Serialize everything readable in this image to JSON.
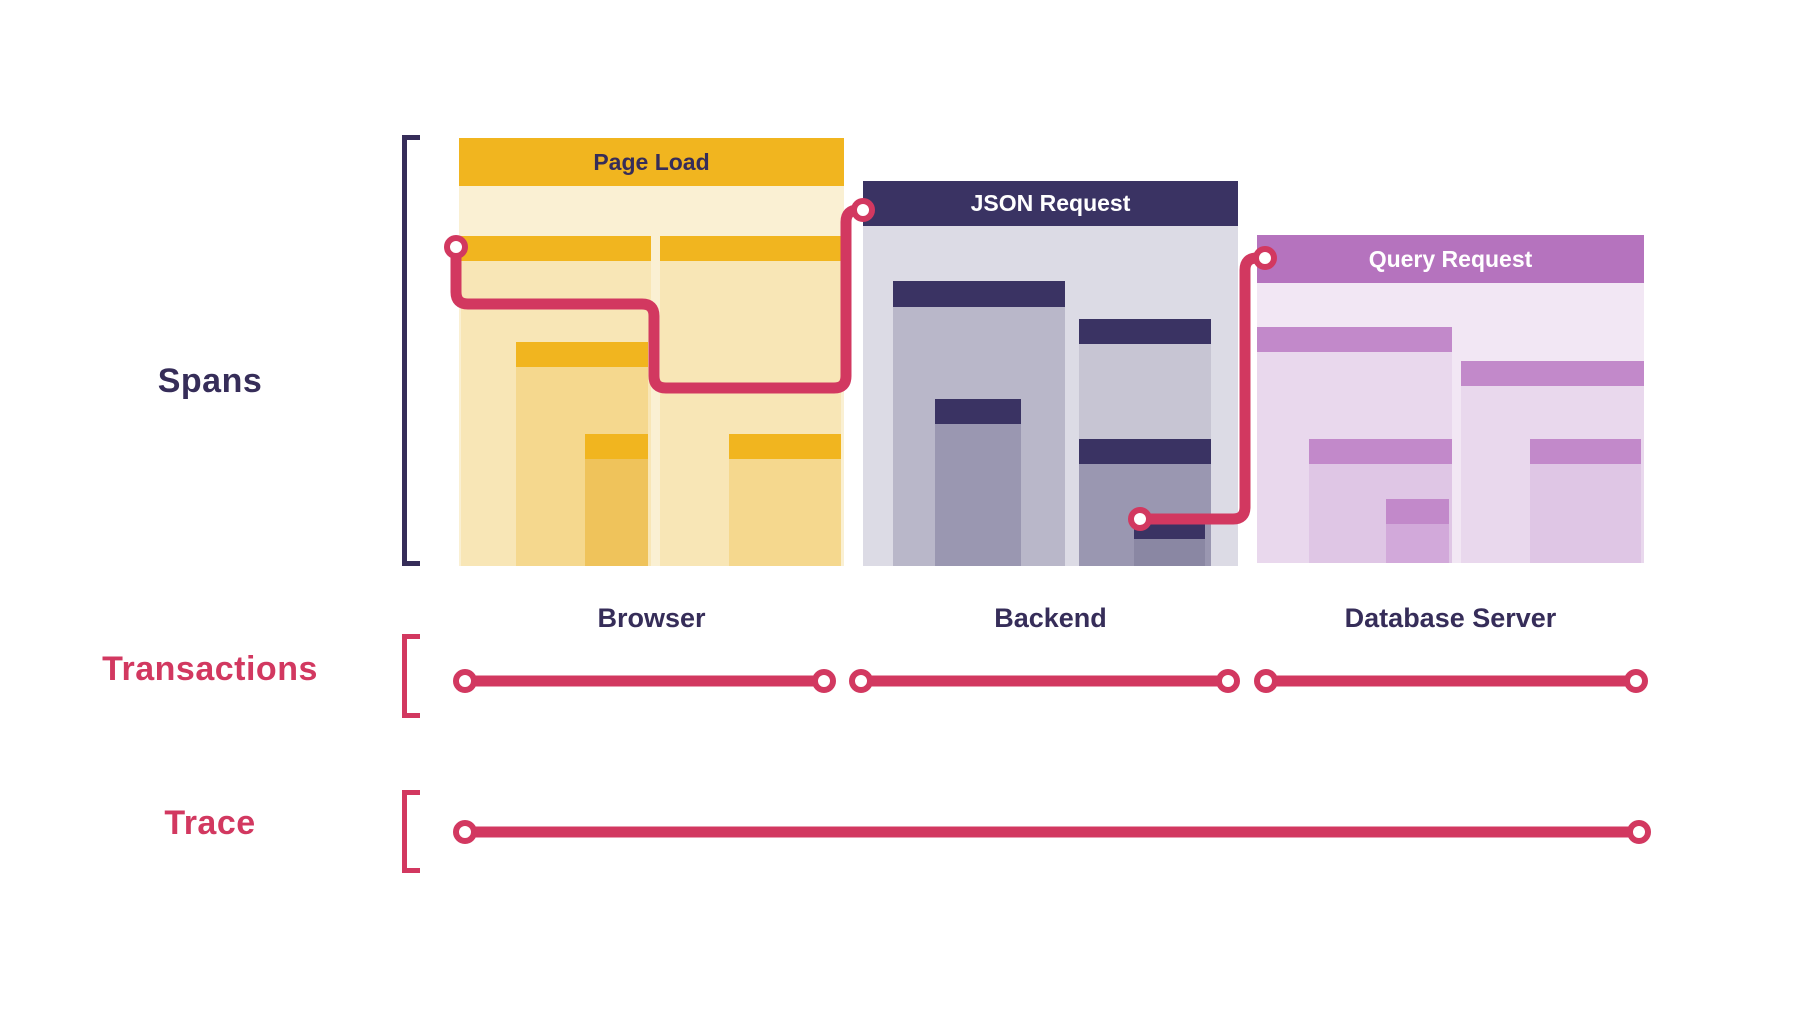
{
  "diagram": {
    "rows": {
      "spans_label": "Spans",
      "transactions_label": "Transactions",
      "trace_label": "Trace"
    },
    "panels": [
      {
        "title": "Page Load",
        "caption": "Browser"
      },
      {
        "title": "JSON Request",
        "caption": "Backend"
      },
      {
        "title": "Query Request",
        "caption": "Database Server"
      }
    ],
    "colors": {
      "accent_red": "#d23860",
      "navy": "#362d59",
      "gold": "#f1b51f",
      "purple": "#b573be"
    }
  }
}
